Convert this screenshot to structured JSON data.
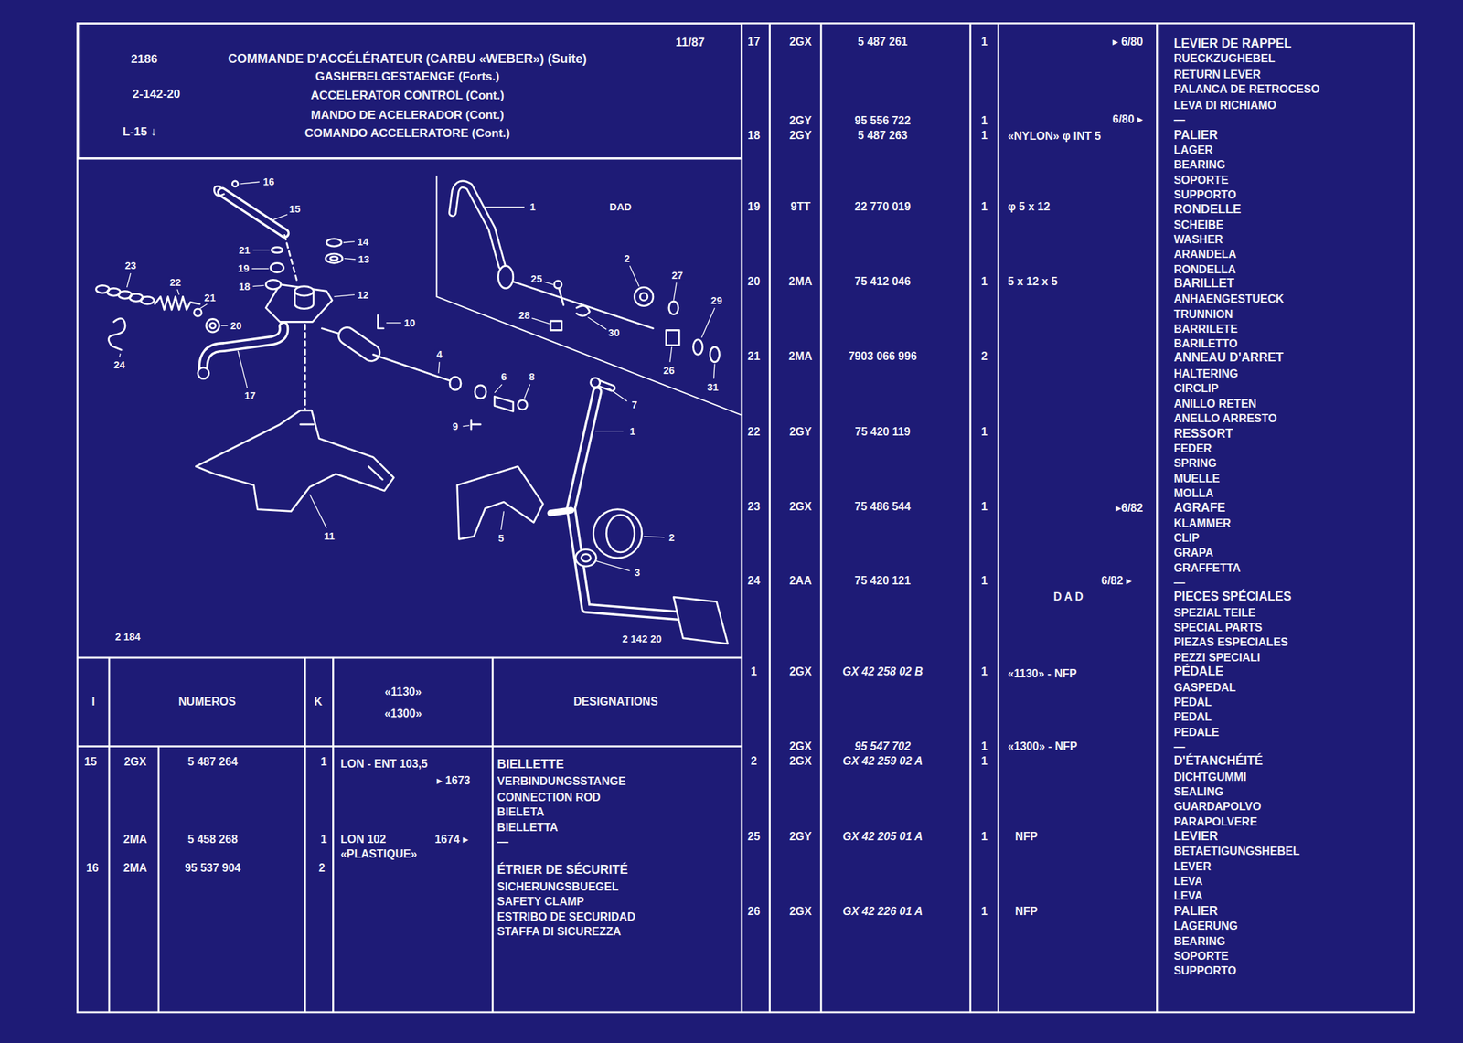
{
  "diagram": {
    "title": "COMMANDE D'ACCÉLÉRATEUR (CARBU «WEBER») (Suite)",
    "nodes": [
      {
        "text": [
          "2186",
          "2-142-20",
          "L-15 ↓",
          "11/87",
          "GASHEBELGESTAENGE (Forts.)",
          "ACCELERATOR CONTROL (Cont.)",
          "MANDO DE ACELERADOR (Cont.)",
          "COMANDO ACCELERATORE (Cont.)"
        ]
      }
    ],
    "labels": [
      "16",
      "15",
      "14",
      "13",
      "12",
      "21",
      "19",
      "18",
      "23",
      "22",
      "21",
      "20",
      "24",
      "10",
      "17",
      "4",
      "6",
      "8",
      "9",
      "11",
      "5",
      "1",
      "DAD",
      "2",
      "27",
      "25",
      "28",
      "30",
      "29",
      "26",
      "31",
      "7",
      "1",
      "2",
      "3",
      "2 184",
      "2 142 20",
      "I",
      "NUMEROS",
      "K",
      "«1130»",
      "«1300»",
      "DESIGNATIONS",
      "15",
      "2GX",
      "5 487 264",
      "1",
      "LON - ENT 103,5",
      "▸ 1673",
      "BIELLETTE",
      "VERBINDUNGSSTANGE",
      "CONNECTION ROD",
      "BIELETA",
      "BIELLETTA",
      "—",
      "2MA",
      "5 458 268",
      "1",
      "LON 102",
      "1674 ▸",
      "«PLASTIQUE»",
      "16",
      "2MA",
      "95 537 904",
      "2",
      "ÉTRIER DE SÉCURITÉ",
      "SICHERUNGSBUEGEL",
      "SAFETY CLAMP",
      "ESTRIBO DE SECURIDAD",
      "STAFFA DI SICUREZZA",
      "17",
      "2GX",
      "5 487 261",
      "1",
      "▸ 6/80",
      "LEVIER DE RAPPEL",
      "RUECKZUGHEBEL",
      "RETURN LEVER",
      "PALANCA DE RETROCESO",
      "LEVA DI RICHIAMO",
      "—",
      "2GY",
      "95 556 722",
      "1",
      "6/80 ▸",
      "18",
      "2GY",
      "5 487 263",
      "1",
      "«NYLON» φ INT 5",
      "PALIER",
      "LAGER",
      "BEARING",
      "SOPORTE",
      "SUPPORTO",
      "19",
      "9TT",
      "22 770 019",
      "1",
      "φ 5 x 12",
      "RONDELLE",
      "SCHEIBE",
      "WASHER",
      "ARANDELA",
      "RONDELLA",
      "20",
      "2MA",
      "75 412 046",
      "1",
      "5 x 12 x 5",
      "BARILLET",
      "ANHAENGESTUECK",
      "TRUNNION",
      "BARRILETE",
      "BARILETTO",
      "21",
      "2MA",
      "7903 066 996",
      "2",
      "ANNEAU D'ARRET",
      "HALTERING",
      "CIRCLIP",
      "ANILLO RETEN",
      "ANELLO ARRESTO",
      "22",
      "2GY",
      "75 420 119",
      "1",
      "RESSORT",
      "FEDER",
      "SPRING",
      "MUELLE",
      "MOLLA",
      "23",
      "2GX",
      "75 486 544",
      "1",
      "▸6/82",
      "AGRAFE",
      "KLAMMER",
      "CLIP",
      "GRAPA",
      "GRAFFETTA",
      "24",
      "2AA",
      "75 420 121",
      "1",
      "6/82 ▸",
      "—",
      "D A D",
      "PIECES SPÉCIALES",
      "SPEZIAL TEILE",
      "SPECIAL PARTS",
      "PIEZAS ESPECIALES",
      "PEZZI SPECIALI",
      "1",
      "2GX",
      "GX 42 258 02 B",
      "1",
      "«1130» - NFP",
      "PÉDALE",
      "GASPEDAL",
      "PEDAL",
      "PEDAL",
      "PEDALE",
      "—",
      "2GX",
      "95 547 702",
      "1",
      "«1300» - NFP",
      "2",
      "2GX",
      "GX 42 259 02 A",
      "1",
      "D'ÉTANCHÉITÉ",
      "DICHTGUMMI",
      "SEALING",
      "GUARDAPOLVO",
      "PARAPOLVERE",
      "25",
      "2GY",
      "GX 42 205 01 A",
      "1",
      "NFP",
      "LEVIER",
      "BETAETIGUNGSHEBEL",
      "LEVER",
      "LEVA",
      "LEVA",
      "26",
      "2GX",
      "GX 42 226 01 A",
      "1",
      "NFP",
      "PALIER",
      "LAGERUNG",
      "BEARING",
      "SOPORTE",
      "SUPPORTO"
    ]
  }
}
